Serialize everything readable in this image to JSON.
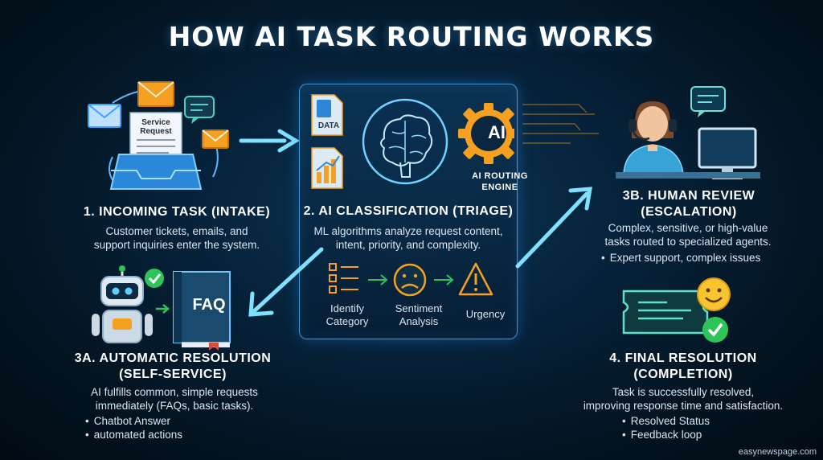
{
  "title": "HOW AI TASK ROUTING WORKS",
  "steps": {
    "intake": {
      "heading": "1. INCOMING TASK (INTAKE)",
      "description_lines": [
        "Customer tickets, emails, and",
        "support inquiries enter the system."
      ],
      "document_label_lines": [
        "Service",
        "Request"
      ]
    },
    "triage": {
      "heading": "2. AI CLASSIFICATION (TRIAGE)",
      "description_lines": [
        "ML algorithms analyze request content,",
        "intent, priority, and complexity."
      ],
      "data_label": "DATA",
      "ai_badge": "AI",
      "engine_label_lines": [
        "AI ROUTING",
        "ENGINE"
      ],
      "factors": [
        {
          "label_lines": [
            "Identify",
            "Category"
          ]
        },
        {
          "label_lines": [
            "Sentiment",
            "Analysis"
          ]
        },
        {
          "label_lines": [
            "Urgency"
          ]
        }
      ]
    },
    "escalation": {
      "heading_lines": [
        "3B. HUMAN REVIEW",
        "(ESCALATION)"
      ],
      "description_lines": [
        "Complex, sensitive, or high-value",
        "tasks routed to specialized agents."
      ],
      "bullets": [
        "Expert support, complex issues"
      ]
    },
    "self_service": {
      "heading_lines": [
        "3A. AUTOMATIC RESOLUTION",
        "(SELF-SERVICE)"
      ],
      "description_lines": [
        "AI fulfills common, simple requests",
        "immediately (FAQs, basic tasks)."
      ],
      "bullets": [
        "Chatbot Answer",
        "automated actions"
      ],
      "book_label": "FAQ"
    },
    "completion": {
      "heading_lines": [
        "4. FINAL RESOLUTION",
        "(COMPLETION)"
      ],
      "description_lines": [
        "Task is successfully resolved,",
        "improving response time and satisfaction."
      ],
      "bullets": [
        "Resolved Status",
        "Feedback loop"
      ]
    }
  },
  "watermark": "easynewspage.com",
  "colors": {
    "accent_blue": "#3fb4ff",
    "neon_cyan": "#7fe0ff",
    "orange": "#f6a021",
    "green_check": "#2ec45a",
    "yellow_emoji": "#f8c531"
  },
  "icons": [
    "envelope-icon",
    "inbox-tray-icon",
    "chat-bubble-icon",
    "brain-icon",
    "gear-icon",
    "database-icon",
    "bar-chart-icon",
    "list-icon",
    "sad-face-icon",
    "warning-icon",
    "robot-icon",
    "faq-book-icon",
    "checkmark-icon",
    "agent-headset-icon",
    "monitor-icon",
    "ticket-icon",
    "smiley-icon"
  ]
}
